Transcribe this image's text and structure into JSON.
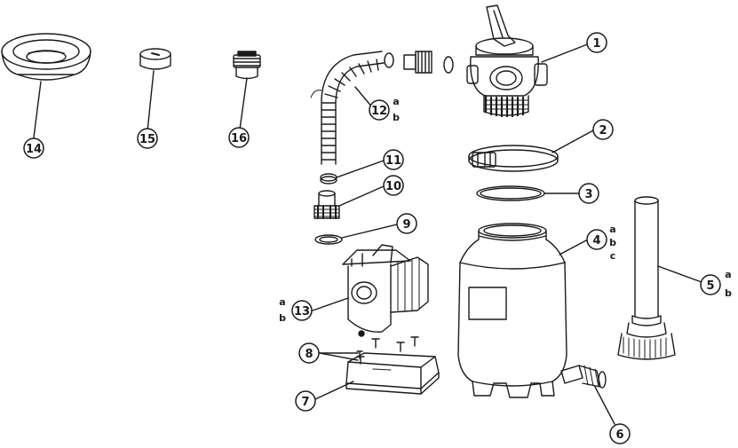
{
  "diagram": {
    "callouts": [
      {
        "id": "1",
        "number": "1",
        "part": "multiport-valve",
        "suffixes": []
      },
      {
        "id": "2",
        "number": "2",
        "part": "tank-clamp",
        "suffixes": []
      },
      {
        "id": "3",
        "number": "3",
        "part": "o-ring",
        "suffixes": []
      },
      {
        "id": "4",
        "number": "4",
        "part": "filter-tank",
        "suffixes": [
          "a",
          "b",
          "c"
        ]
      },
      {
        "id": "5",
        "number": "5",
        "part": "lateral-standpipe",
        "suffixes": [
          "a",
          "b"
        ]
      },
      {
        "id": "6",
        "number": "6",
        "part": "drain-plug-assembly",
        "suffixes": []
      },
      {
        "id": "7",
        "number": "7",
        "part": "base",
        "suffixes": []
      },
      {
        "id": "8",
        "number": "8",
        "part": "screws",
        "suffixes": []
      },
      {
        "id": "9",
        "number": "9",
        "part": "gasket",
        "suffixes": []
      },
      {
        "id": "10",
        "number": "10",
        "part": "hose-adapter",
        "suffixes": []
      },
      {
        "id": "11",
        "number": "11",
        "part": "hose-clamp",
        "suffixes": []
      },
      {
        "id": "12",
        "number": "12",
        "part": "hose",
        "suffixes": [
          "a",
          "b"
        ]
      },
      {
        "id": "13",
        "number": "13",
        "part": "pump",
        "suffixes": [
          "a",
          "b"
        ]
      },
      {
        "id": "14",
        "number": "14",
        "part": "sand-shield",
        "suffixes": []
      },
      {
        "id": "15",
        "number": "15",
        "part": "cap",
        "suffixes": []
      },
      {
        "id": "16",
        "number": "16",
        "part": "adapter",
        "suffixes": []
      }
    ]
  }
}
